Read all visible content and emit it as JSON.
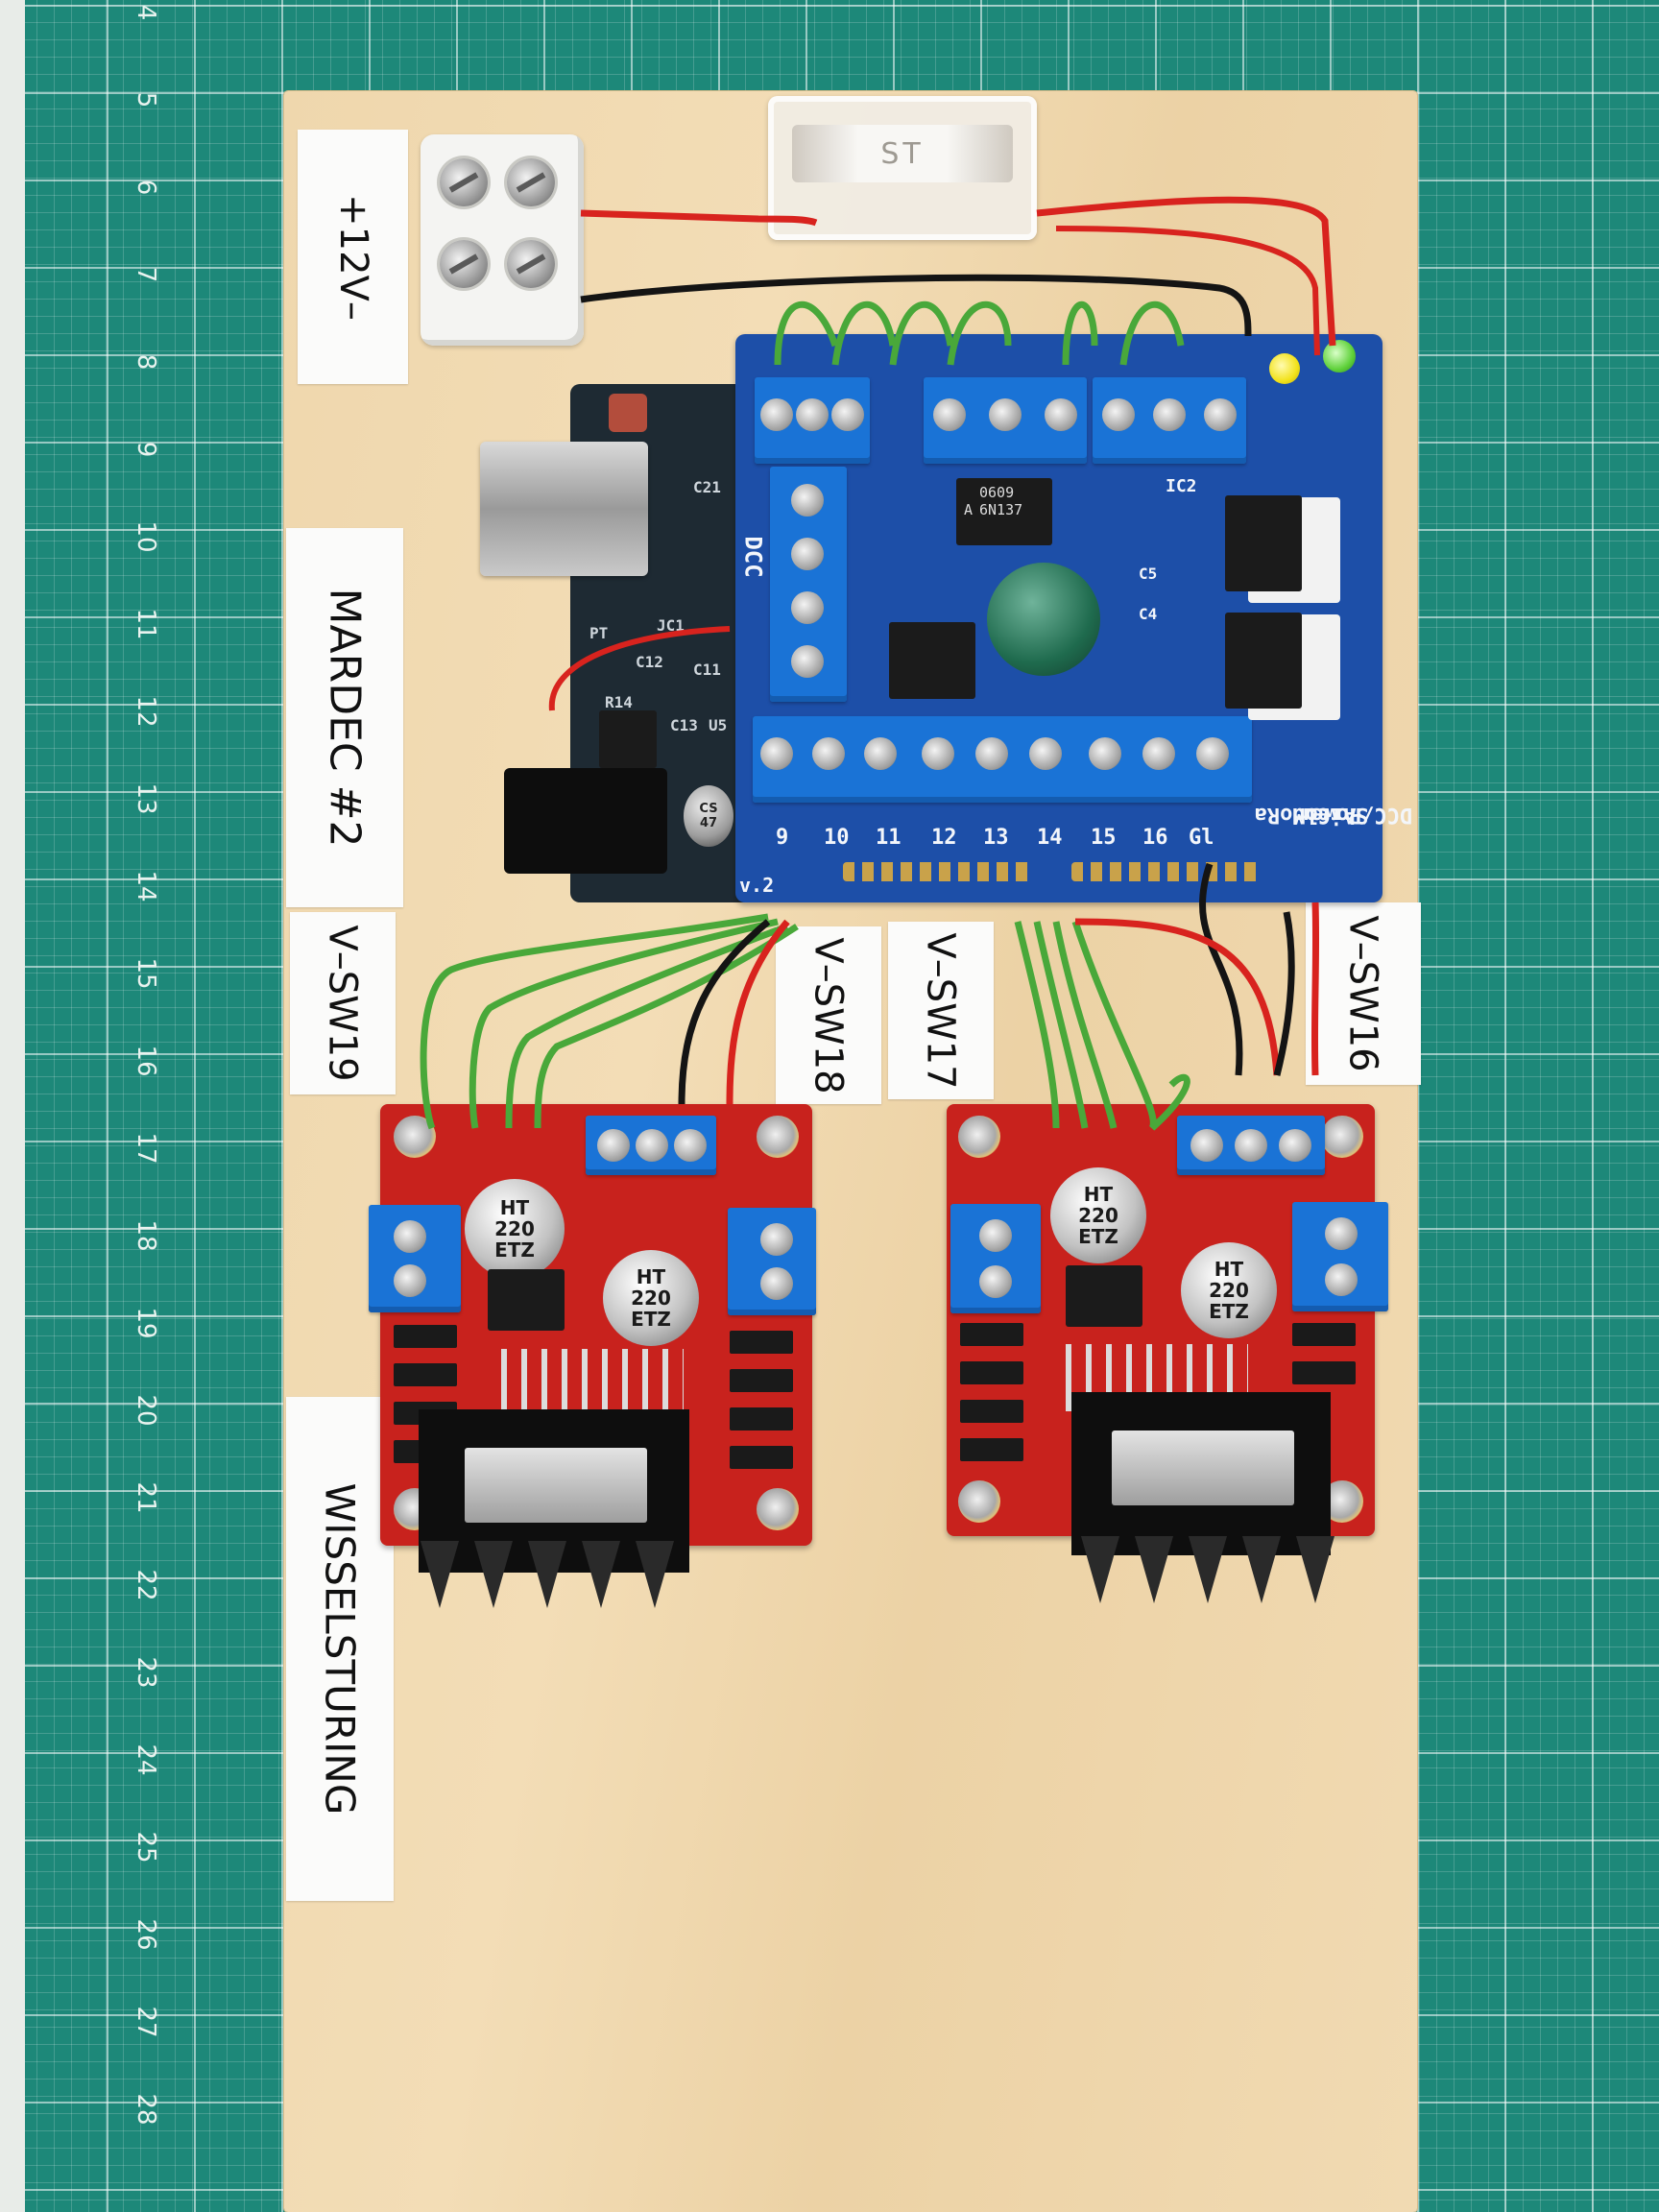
{
  "ruler_numbers": [
    "4",
    "5",
    "6",
    "7",
    "8",
    "9",
    "10",
    "11",
    "12",
    "13",
    "14",
    "15",
    "16",
    "17",
    "18",
    "19",
    "20",
    "21",
    "22",
    "23",
    "24",
    "25",
    "26",
    "27",
    "28"
  ],
  "labels": {
    "power": "+12V–",
    "decoder": "MARDEC #2",
    "sw19": "V–SW19",
    "sw18": "V–SW18",
    "sw17": "V–SW17",
    "sw16": "V–SW16",
    "function": "WISSELSTURING"
  },
  "fuse": {
    "marking": "ST"
  },
  "shield": {
    "dcc_label": "DCC",
    "version": "v.2",
    "title_lines": [
      "DCC/Power",
      "Shield",
      "ArCoMoRa"
    ],
    "pin_labels": [
      "9",
      "10",
      "11",
      "12",
      "13",
      "14",
      "15",
      "16",
      "Gl"
    ],
    "optocoupler": "6N137",
    "opto_code": "0609",
    "opto_grade": "A",
    "ic_label": "IC2",
    "cap_labels": [
      "C5",
      "C4"
    ]
  },
  "arduino": {
    "silk_labels": [
      "C21",
      "PT",
      "JC1",
      "R14",
      "C12",
      "C11",
      "C13",
      "U5"
    ],
    "cap_text": [
      "CS",
      "47"
    ]
  },
  "drivers": [
    {
      "cap1": [
        "HT",
        "220",
        "ETZ"
      ],
      "cap2": [
        "HT",
        "220",
        "ETZ"
      ]
    },
    {
      "cap1": [
        "HT",
        "220",
        "ETZ"
      ],
      "cap2": [
        "HT",
        "220",
        "ETZ"
      ]
    }
  ],
  "colors": {
    "mat": "#1d8879",
    "board": "#f0d8ae",
    "shield": "#1d4fa8",
    "terminal_blue": "#1a73d6",
    "driver_red": "#c8221d",
    "wire_red": "#d8231e",
    "wire_black": "#141414",
    "wire_green": "#49a83a",
    "led_yellow": "#f2e21a",
    "led_green": "#5fd13a"
  }
}
